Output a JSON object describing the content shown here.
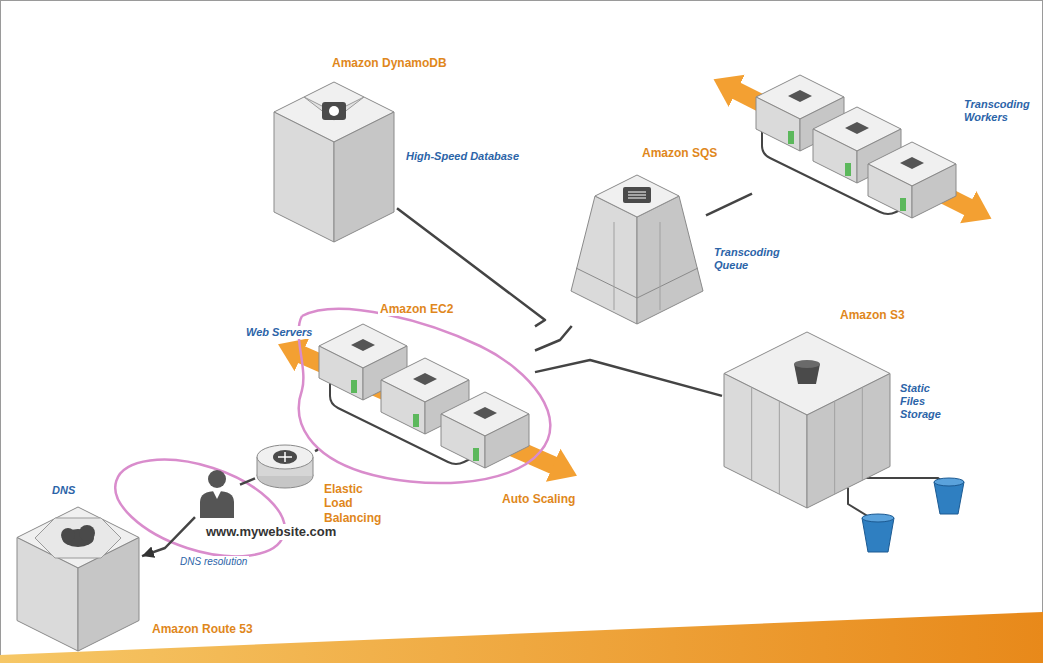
{
  "diagram": {
    "nodes": [
      {
        "text": [
          "Amazon DynamoDB",
          "High-Speed Database"
        ]
      },
      {
        "text": [
          "Transcoding Workers"
        ]
      },
      {
        "text": [
          "Amazon SQS",
          "Transcoding Queue"
        ]
      },
      {
        "text": [
          "Web Servers",
          "Amazon EC2",
          "Auto Scaling"
        ]
      },
      {
        "text": [
          "Amazon S3",
          "Static Files Storage"
        ]
      },
      {
        "text": [
          "Elastic Load Balancing"
        ]
      },
      {
        "text": [
          "www.mywebsite.com"
        ]
      },
      {
        "text": [
          "DNS",
          "Amazon Route 53"
        ]
      }
    ],
    "edges": [
      {
        "from": 3,
        "to": 0,
        "arrow": "none"
      },
      {
        "from": 3,
        "to": 2,
        "arrow": "none"
      },
      {
        "from": 3,
        "to": 4,
        "arrow": "none"
      },
      {
        "from": 2,
        "to": 1,
        "arrow": "none"
      },
      {
        "from": 5,
        "to": 3,
        "arrow": "none"
      },
      {
        "from": 6,
        "to": 5,
        "arrow": "none"
      },
      {
        "from": 6,
        "to": 7,
        "arrow": "to",
        "label": "DNS resolution"
      }
    ]
  }
}
